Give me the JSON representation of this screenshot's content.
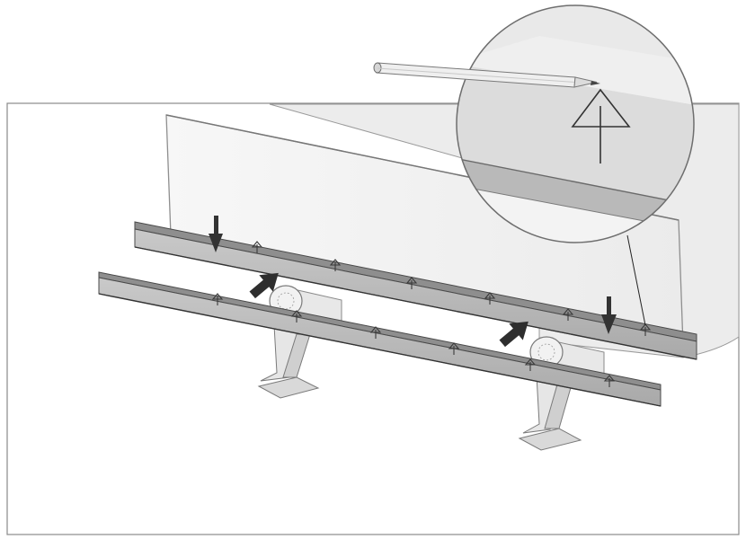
{
  "figure": {
    "kind": "assembly-instruction-illustration",
    "palette": {
      "background": "#ffffff",
      "frame": "#8a8a8a",
      "panel": "#f4f4f4",
      "panel_edge": "#9a9a9a",
      "rail": "#b8b8b8",
      "rail_dark": "#7e7e7e",
      "rail_edge": "#4a4a4a",
      "arrow": "#333333",
      "mark": "#3a3a3a"
    },
    "icons": {
      "arrow_mark": "triangle-arrow-up-mark",
      "pencil": "pencil-icon",
      "push_arrow": "push-arrow-icon",
      "down_arrow": "down-arrow-icon",
      "magnifier": "detail-magnifier-circle"
    }
  }
}
